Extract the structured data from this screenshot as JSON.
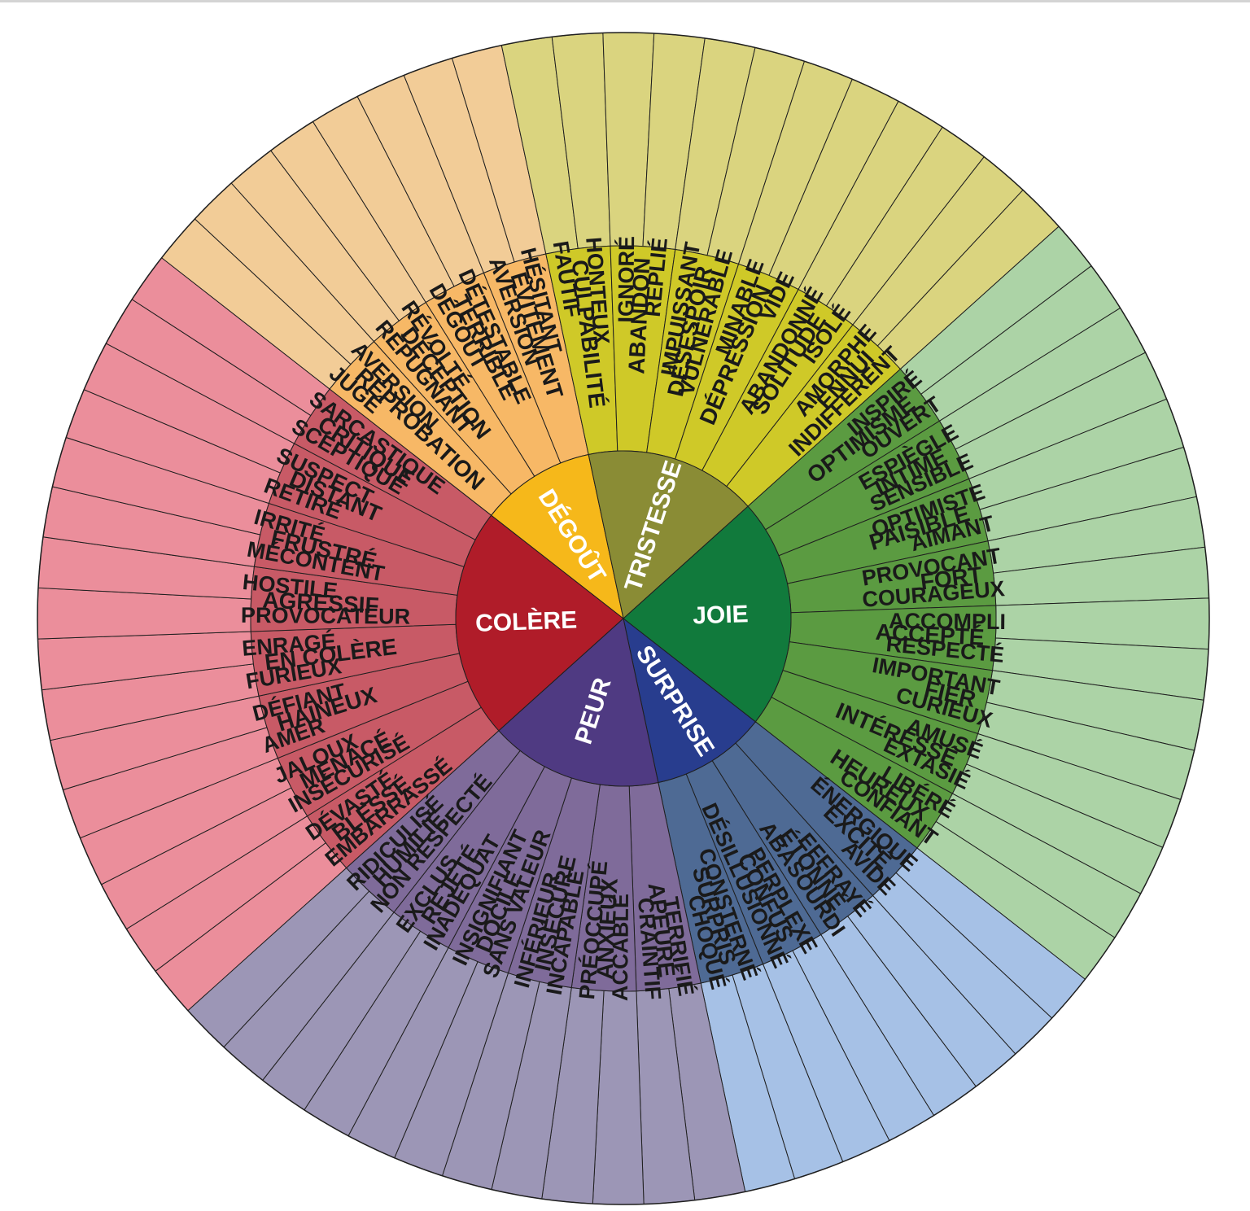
{
  "emotions": [
    {
      "core": "COLÈRE",
      "colors": {
        "core": "#b01c29",
        "middle": "#c85a66",
        "outer": "#eb8e9b"
      },
      "middle": [
        {
          "label": "BLESSÉ",
          "outer": [
            "EMBARRASSÉ",
            "DÉVASTÉ"
          ]
        },
        {
          "label": "MENACÉ",
          "outer": [
            "INSÉCURISÉ",
            "JALOUX"
          ]
        },
        {
          "label": "HAINEUX",
          "outer": [
            "AMER",
            "DÉFIANT"
          ]
        },
        {
          "label": "EN COLÈRE",
          "outer": [
            "FURIEUX",
            "ENRAGÉ"
          ]
        },
        {
          "label": "AGRESSIF",
          "outer": [
            "PROVOCATEUR",
            "HOSTILE"
          ]
        },
        {
          "label": "FRUSTRÉ",
          "outer": [
            "MÉCONTENT",
            "IRRITÉ"
          ]
        },
        {
          "label": "DISTANT",
          "outer": [
            "RETIRÉ",
            "SUSPECT"
          ]
        },
        {
          "label": "CRITIQUE",
          "outer": [
            "SCEPTIQUE",
            "SARCASTIQUE"
          ]
        }
      ]
    },
    {
      "core": "DÉGOÛT",
      "colors": {
        "core": "#f6b81a",
        "middle": "#f7b866",
        "outer": "#f2cc97"
      },
      "middle": [
        {
          "label": "RÉPROBATION",
          "outer": [
            "JUGÉ",
            "AVERSION"
          ]
        },
        {
          "label": "DÉCEPTION",
          "outer": [
            "RÉPUGNANT",
            "RÉVOLTÉ"
          ]
        },
        {
          "label": "TERRIBLE",
          "outer": [
            "DÉGOÛT",
            "DÉTESTABLE"
          ]
        },
        {
          "label": "ÉVITEMENT",
          "outer": [
            "AVERSION",
            "HÉSITANT"
          ]
        }
      ]
    },
    {
      "core": "TRISTESSE",
      "colors": {
        "core": "#8a8c35",
        "middle": "#cfc928",
        "outer": "#dad47f"
      },
      "middle": [
        {
          "label": "CULPABILITÉ",
          "outer": [
            "FAUTIF",
            "HONTEUX"
          ]
        },
        {
          "label": "ABANDON",
          "outer": [
            "IGNORÉ",
            "REPLIÉ"
          ]
        },
        {
          "label": "DÉSESPOIR",
          "outer": [
            "IMPUISSANT",
            "VULNÉRABLE"
          ]
        },
        {
          "label": "DÉPRESSION",
          "outer": [
            "MINABLE",
            "VIDE"
          ]
        },
        {
          "label": "SOLITUDE",
          "outer": [
            "ABANDONNÉ",
            "ISOLÉ"
          ]
        },
        {
          "label": "ENNUI",
          "outer": [
            "AMORPHE",
            "INDIFFÉRENT"
          ]
        }
      ]
    },
    {
      "core": "JOIE",
      "colors": {
        "core": "#117a3c",
        "middle": "#5b9b41",
        "outer": "#acd3a6"
      },
      "middle": [
        {
          "label": "OPTIMISME",
          "outer": [
            "INSPIRÉ",
            "OUVERT"
          ]
        },
        {
          "label": "INTIME",
          "outer": [
            "ESPIÈGLE",
            "SENSIBLE"
          ]
        },
        {
          "label": "PAISIBLE",
          "outer": [
            "OPTIMISTE",
            "AIMANT"
          ]
        },
        {
          "label": "FORT",
          "outer": [
            "PROVOCANT",
            "COURAGEUX"
          ]
        },
        {
          "label": "ACCEPTÉ",
          "outer": [
            "ACCOMPLI",
            "RESPECTÉ"
          ]
        },
        {
          "label": "FIER",
          "outer": [
            "IMPORTANT",
            "CURIEUX"
          ]
        },
        {
          "label": "INTÉRESSÉ",
          "outer": [
            "AMUSÉ",
            "EXTASIÉ"
          ]
        },
        {
          "label": "HEUREUX",
          "outer": [
            "LIBÉRÉ",
            "CONFIANT"
          ]
        }
      ]
    },
    {
      "core": "SURPRISE",
      "colors": {
        "core": "#283d8e",
        "middle": "#4e6a94",
        "outer": "#a6c1e6"
      },
      "middle": [
        {
          "label": "EXCITÉ",
          "outer": [
            "ÉNERGIQUE",
            "AVIDE"
          ]
        },
        {
          "label": "ÉTONNÉ",
          "outer": [
            "EFFRAYÉ",
            "ABASOURDI"
          ]
        },
        {
          "label": "CONFUS",
          "outer": [
            "PERPLEXE",
            "DÉSILLUSIONNÉ"
          ]
        },
        {
          "label": "SURPRIS",
          "outer": [
            "CONSTERNÉ",
            "CHOQUÉ"
          ]
        }
      ]
    },
    {
      "core": "PEUR",
      "colors": {
        "core": "#4f3a82",
        "middle": "#7f6b9a",
        "outer": "#9c96b6"
      },
      "middle": [
        {
          "label": "APEURÉ",
          "outer": [
            "TERRIFIÉ",
            "CRAINTIF"
          ]
        },
        {
          "label": "ANXIEUX",
          "outer": [
            "ACCABLÉ",
            "PRÉOCCUPÉ"
          ]
        },
        {
          "label": "INSÉCURE",
          "outer": [
            "INCAPABLE",
            "INFÉRIEUR"
          ]
        },
        {
          "label": "DOCILE",
          "outer": [
            "SANS VALEUR",
            "INSIGNIFIANT"
          ]
        },
        {
          "label": "REJETÉ",
          "outer": [
            "INADÉQUAT",
            "EXCLUS"
          ]
        },
        {
          "label": "HUMILIÉ",
          "outer": [
            "NON RESPECTÉ",
            "RIDICULISÉ"
          ]
        }
      ]
    }
  ]
}
